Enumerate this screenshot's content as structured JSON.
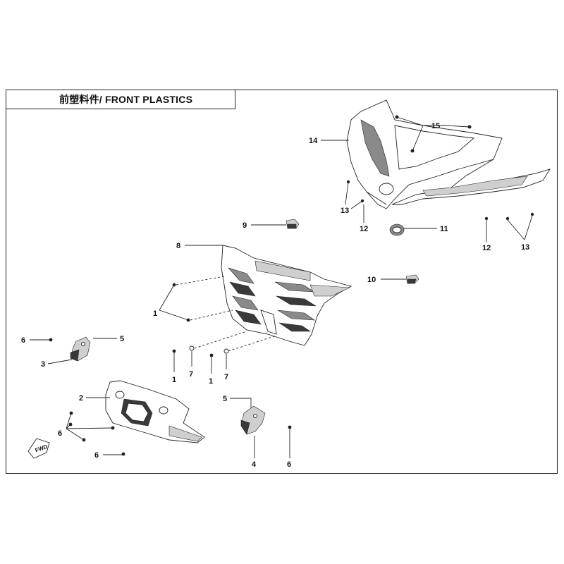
{
  "title": "前塑料件/ FRONT PLASTICS",
  "fwd_label": "FWD",
  "callouts": [
    {
      "id": "c1a",
      "label": "1"
    },
    {
      "id": "c1b",
      "label": "1"
    },
    {
      "id": "c1c",
      "label": "1"
    },
    {
      "id": "c2",
      "label": "2"
    },
    {
      "id": "c3",
      "label": "3"
    },
    {
      "id": "c4",
      "label": "4"
    },
    {
      "id": "c5a",
      "label": "5"
    },
    {
      "id": "c5b",
      "label": "5"
    },
    {
      "id": "c6a",
      "label": "6"
    },
    {
      "id": "c6b",
      "label": "6"
    },
    {
      "id": "c6c",
      "label": "6"
    },
    {
      "id": "c6d",
      "label": "6"
    },
    {
      "id": "c7a",
      "label": "7"
    },
    {
      "id": "c7b",
      "label": "7"
    },
    {
      "id": "c8",
      "label": "8"
    },
    {
      "id": "c9",
      "label": "9"
    },
    {
      "id": "c10",
      "label": "10"
    },
    {
      "id": "c11",
      "label": "11"
    },
    {
      "id": "c12a",
      "label": "12"
    },
    {
      "id": "c12b",
      "label": "12"
    },
    {
      "id": "c13a",
      "label": "13"
    },
    {
      "id": "c13b",
      "label": "13"
    },
    {
      "id": "c14",
      "label": "14"
    },
    {
      "id": "c15",
      "label": "15"
    }
  ]
}
